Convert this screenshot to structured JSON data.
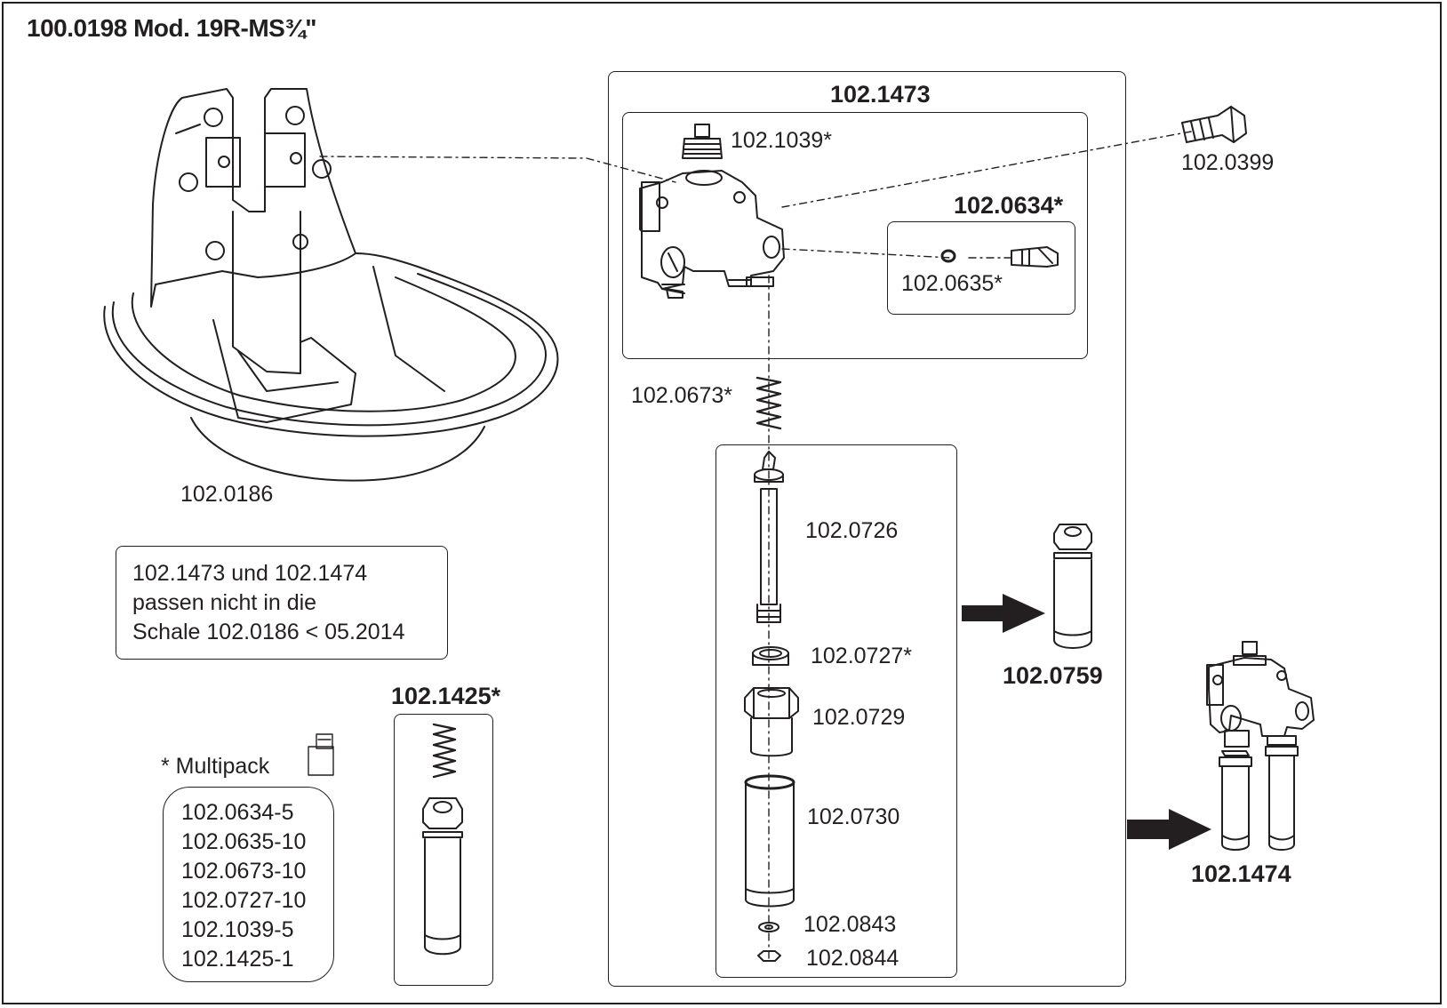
{
  "title": "100.0198 Mod. 19R-MS¾\"",
  "labels": {
    "bowl": "102.0186",
    "valve_assembly": "102.1473",
    "plug": "102.1039*",
    "bolt": "102.0399",
    "set": "102.0634*",
    "oring": "102.0635*",
    "spring": "102.0673*",
    "pin": "102.0726",
    "ring": "102.0727*",
    "nut": "102.0729",
    "sleeve": "102.0730",
    "washer": "102.0843",
    "hexnut": "102.0844",
    "sleeve_set": "102.0759",
    "kit": "102.1425*",
    "full_assembly": "102.1474"
  },
  "note": {
    "lines": [
      "102.1473 und 102.1474",
      "passen nicht in die",
      "Schale 102.0186 < 05.2014"
    ]
  },
  "multipack": {
    "heading": "* Multipack",
    "items": [
      "102.0634-5",
      "102.0635-10",
      "102.0673-10",
      "102.0727-10",
      "102.1039-5",
      "102.1425-1"
    ]
  },
  "colors": {
    "ink": "#231f20",
    "background": "#ffffff"
  }
}
